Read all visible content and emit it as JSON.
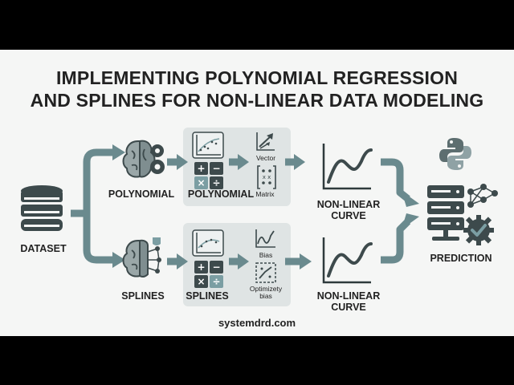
{
  "title_line1": "IMPLEMENTING POLYNOMIAL REGRESSION",
  "title_line2": "AND SPLINES FOR NON-LINEAR DATA MODELING",
  "dataset_label": "DATASET",
  "top_branch": {
    "left_label": "POLYNOMIAL",
    "panel_label": "POLYNOMIAL",
    "vector_label": "Vector",
    "matrix_label": "Matrix",
    "curve_label_line1": "NON-LINEAR",
    "curve_label_line2": "CURVE"
  },
  "bottom_branch": {
    "left_label": "SPLINES",
    "panel_label": "SPLINES",
    "bias_label": "Bias",
    "optimize_label_line1": "Optimizety",
    "optimize_label_line2": "bias",
    "curve_label_line1": "NON-LINEAR",
    "curve_label_line2": "CURVE"
  },
  "prediction_label": "PREDICTION",
  "footer": "systemdrd.com",
  "colors": {
    "arrow": "#6a8a8e",
    "icon_dark": "#3d4a4c",
    "accent": "#7b9ea3",
    "panel": "#dfe4e4"
  },
  "icons": [
    "database-icon",
    "brain-gear-icon",
    "brain-network-icon",
    "scatter-plot-icon",
    "calculator-icon",
    "vector-icon",
    "matrix-icon",
    "curve-chart-icon",
    "bias-chart-icon",
    "optimize-icon",
    "python-logo-icon",
    "server-network-icon",
    "gear-check-icon"
  ]
}
